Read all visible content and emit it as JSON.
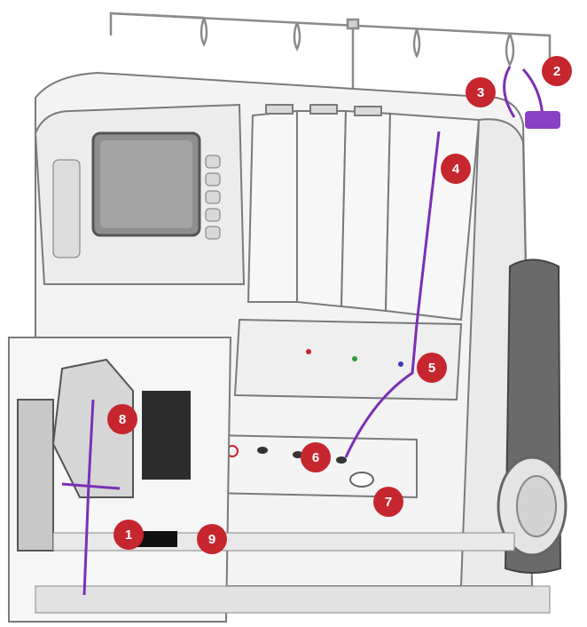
{
  "illustration": {
    "subject": "serger-machine",
    "thread_color": "#7b2fb5",
    "callout_color": "#c6262e",
    "callouts": [
      {
        "id": "c1",
        "label": "1"
      },
      {
        "id": "c2",
        "label": "2"
      },
      {
        "id": "c3",
        "label": "3"
      },
      {
        "id": "c4",
        "label": "4"
      },
      {
        "id": "c5",
        "label": "5"
      },
      {
        "id": "c6",
        "label": "6"
      },
      {
        "id": "c7",
        "label": "7"
      },
      {
        "id": "c8",
        "label": "8"
      },
      {
        "id": "c9",
        "label": "9"
      }
    ]
  }
}
